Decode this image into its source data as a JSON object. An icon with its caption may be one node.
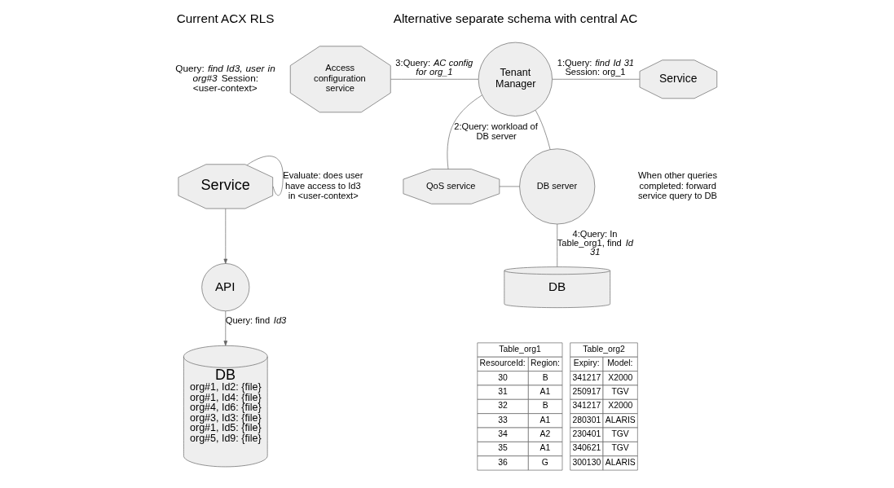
{
  "diagram": {
    "nodes": [
      {
        "text": [
          "Service"
        ]
      },
      {
        "text": [
          "API"
        ]
      },
      {
        "text": [
          "DB",
          "org#1, Id2: {file}",
          "org#1, Id4: {file}",
          "org#4, Id6: {file}",
          "org#3, Id3: {file}",
          "org#1, Id5: {file}",
          "org#5, Id9: {file}"
        ]
      },
      {
        "text": [
          "Access configuration service"
        ]
      },
      {
        "text": [
          "Tenant Manager"
        ]
      },
      {
        "text": [
          "Service"
        ]
      },
      {
        "text": [
          "QoS service"
        ]
      },
      {
        "text": [
          "DB server"
        ]
      },
      {
        "text": [
          "DB"
        ]
      }
    ],
    "edges": [
      {
        "from": 0,
        "to": 0,
        "arrow": "none",
        "label": "Evaluate: does user have access to Id3 in <user-context>"
      },
      {
        "from": 0,
        "to": 1,
        "arrow": "to"
      },
      {
        "from": 1,
        "to": 2,
        "arrow": "to",
        "label": "Query: find *Id3*"
      },
      {
        "from": 3,
        "to": 4,
        "arrow": "none",
        "label": "3:Query: *AC config for org_1*"
      },
      {
        "from": 4,
        "to": 5,
        "arrow": "none",
        "label": "1:Query: *find Id 31* Session: org_1"
      },
      {
        "from": 6,
        "to": 4,
        "arrow": "none",
        "label": "2:Query: workload of DB server"
      },
      {
        "from": 4,
        "to": 7,
        "arrow": "none"
      },
      {
        "from": 6,
        "to": 7,
        "arrow": "none"
      },
      {
        "from": 7,
        "to": 8,
        "arrow": "none",
        "label": "4:Query: In Table_org1, find *Id 31*"
      }
    ],
    "labels": [
      "Current ACX RLS",
      "Alternative separate schema with central AC",
      "Query: *find Id3, user in org#3* Session: <user-context>",
      "When other queries completed: forward service query to DB",
      "Table_org1",
      "ResourceId:",
      "Region:",
      "30",
      "B",
      "31",
      "A1",
      "32",
      "B",
      "33",
      "A1",
      "34",
      "A2",
      "35",
      "A1",
      "36",
      "G",
      "Table_org2",
      "Expiry:",
      "Model:",
      "341217",
      "X2000",
      "250917",
      "TGV",
      "341217",
      "X2000",
      "280301",
      "ALARIS",
      "230401",
      "TGV",
      "340621",
      "TGV",
      "300130",
      "ALARIS"
    ]
  }
}
